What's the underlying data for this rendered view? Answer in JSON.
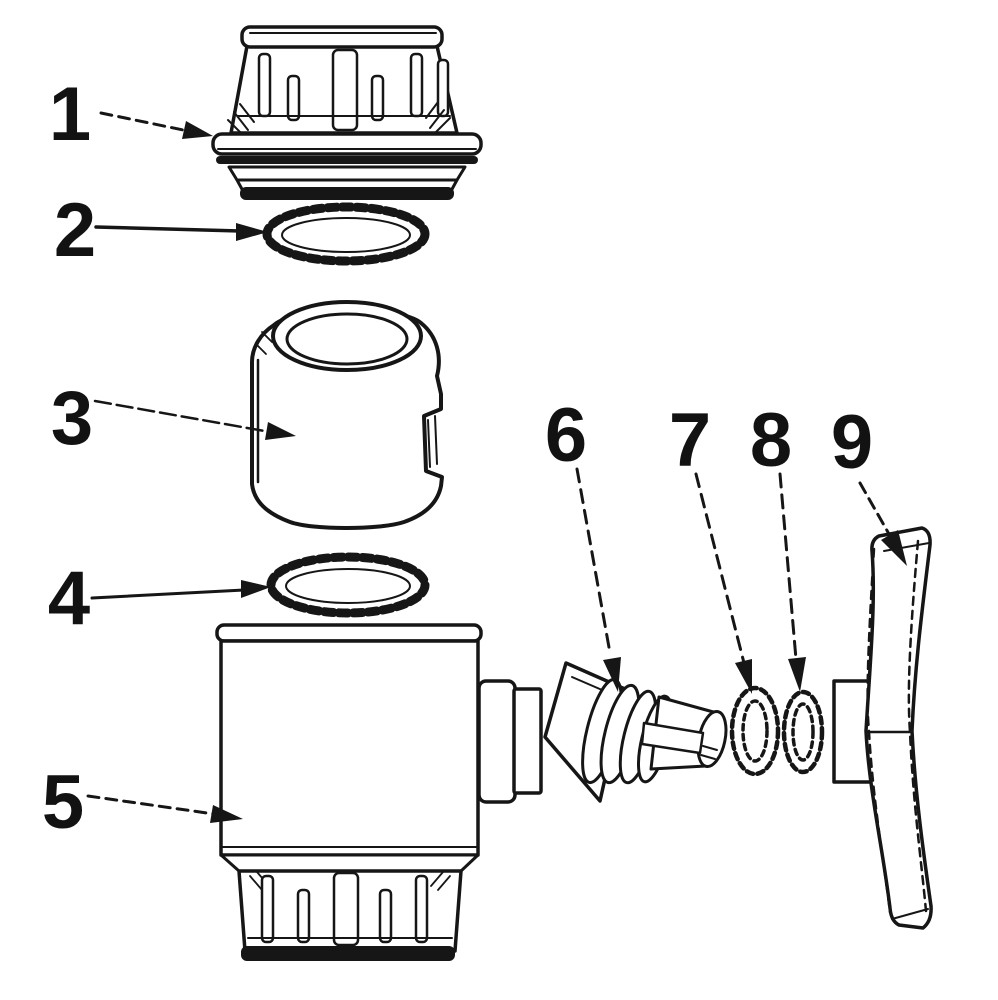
{
  "diagram": {
    "background_color": "#ffffff",
    "line_color": "#161616",
    "number_color": "#121212",
    "callouts": [
      "1",
      "2",
      "3",
      "4",
      "5",
      "6",
      "7",
      "8",
      "9"
    ]
  }
}
